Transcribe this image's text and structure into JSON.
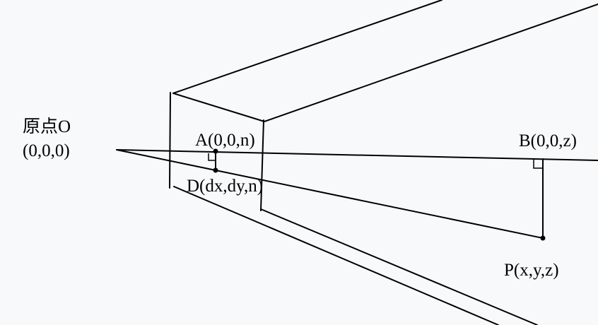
{
  "labels": {
    "origin_name": "原点O",
    "origin_coords": "(0,0,0)",
    "point_a": "A(0,0,n)",
    "point_b": "B(0,0,z)",
    "point_d": "D(dx,dy,n)",
    "point_p": "P(x,y,z)"
  },
  "colors": {
    "background": "#f7f9fb",
    "stroke": "#000000"
  }
}
